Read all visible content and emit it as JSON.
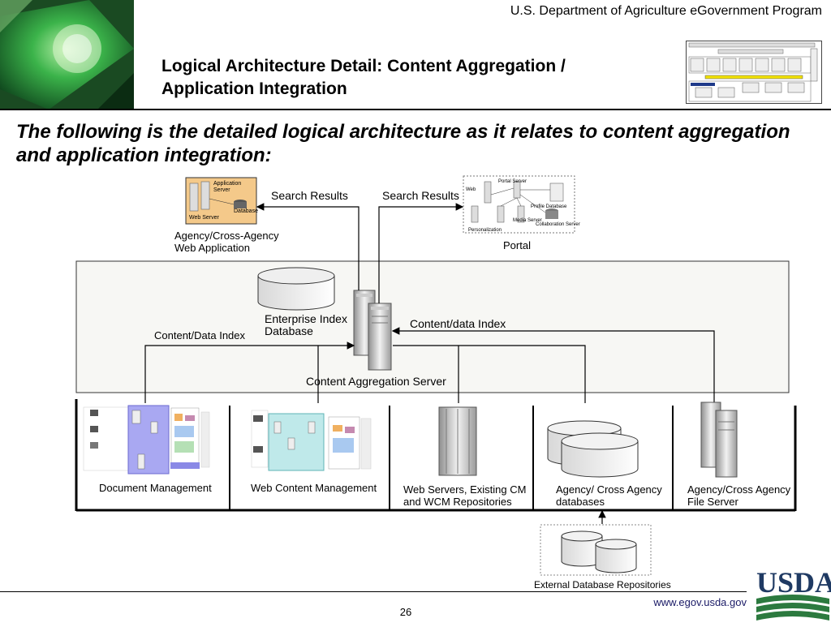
{
  "header": {
    "org_name": "U.S. Department of Agriculture eGovernment Program",
    "title_line1": "Logical Architecture Detail: Content Aggregation /",
    "title_line2": "Application Integration"
  },
  "intro": "The following is the detailed logical architecture as it relates to content aggregation and application integration:",
  "diagram": {
    "agency_app": {
      "label_line1": "Agency/Cross-Agency",
      "label_line2": "Web Application",
      "app_server": "Application Server",
      "database": "Database",
      "web_server": "Web Server"
    },
    "portal": {
      "label": "Portal",
      "portal_server": "Portal Server",
      "web": "Web",
      "profile_database": "Profile Database",
      "personalization": "Personalization",
      "media_server": "Media Server",
      "collaboration_server": "Collaboration Server"
    },
    "search_results_left": "Search Results",
    "search_results_right": "Search Results",
    "enterprise_index_line1": "Enterprise Index",
    "enterprise_index_line2": "Database",
    "content_data_index_left": "Content/Data Index",
    "content_data_index_right": "Content/data Index",
    "content_aggregation_server": "Content Aggregation Server",
    "repositories": {
      "document_management": "Document Management",
      "web_content_management": "Web Content Management",
      "web_servers_line1": "Web Servers, Existing CM",
      "web_servers_line2": "and WCM Repositories",
      "agency_db_line1": "Agency/ Cross Agency",
      "agency_db_line2": "databases",
      "file_server_line1": "Agency/Cross Agency",
      "file_server_line2": "File Server"
    },
    "external_db": "External Database Repositories"
  },
  "footer": {
    "page_number": "26",
    "url": "www.egov.usda.gov",
    "logo_text": "USDA"
  },
  "colors": {
    "thumbnail_green": "#2e8b3e",
    "usda_navy": "#1f3a63",
    "usda_green": "#2c7a3f",
    "agency_app_box": "#f4c98a",
    "doc_mgmt_panel": "#a9a8f2",
    "wcm_panel": "#bfe9ea"
  }
}
